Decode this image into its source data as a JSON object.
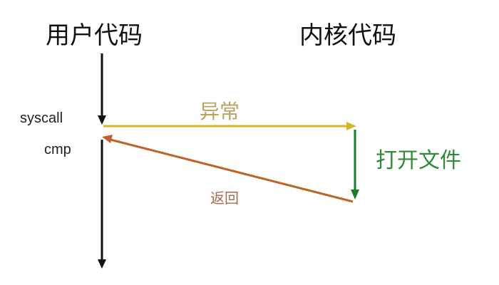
{
  "titles": {
    "user_code": "用户代码",
    "kernel_code": "内核代码"
  },
  "labels": {
    "syscall": "syscall",
    "cmp": "cmp",
    "exception": "异常",
    "open_file": "打开文件",
    "return": "返回"
  },
  "colors": {
    "timeline": "#111111",
    "exception": "#d6b52e",
    "open_file": "#1f7a2c",
    "return": "#c0602a"
  }
}
